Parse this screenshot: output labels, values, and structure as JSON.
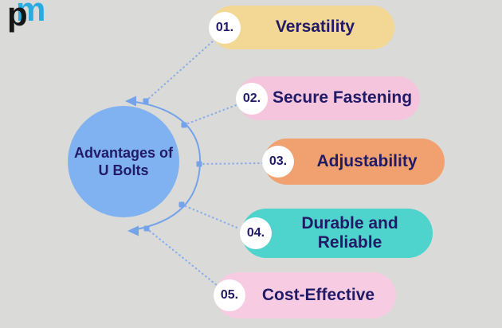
{
  "page": {
    "background": "#dadad8"
  },
  "logo": {
    "m": "m",
    "p": "p",
    "m_color": "#29abe2",
    "p_color": "#161616"
  },
  "center": {
    "title": "Advantages of U Bolts",
    "circle_color": "#80b1f0",
    "text_color": "#211a66"
  },
  "colors": {
    "text": "#211a66",
    "connector": "#74a3ea",
    "dotted": "#8aaeea",
    "badge_bg": "#ffffff",
    "background": "#dadad8"
  },
  "items": [
    {
      "number": "01.",
      "label": "Versatility",
      "color": "#f3d794"
    },
    {
      "number": "02.",
      "label": "Secure Fastening",
      "color": "#f4c5dd"
    },
    {
      "number": "03.",
      "label": "Adjustability",
      "color": "#f0a16f"
    },
    {
      "number": "04.",
      "label": "Durable and Reliable",
      "color": "#4fd3cd"
    },
    {
      "number": "05.",
      "label": "Cost-Effective",
      "color": "#f7cce2"
    }
  ]
}
